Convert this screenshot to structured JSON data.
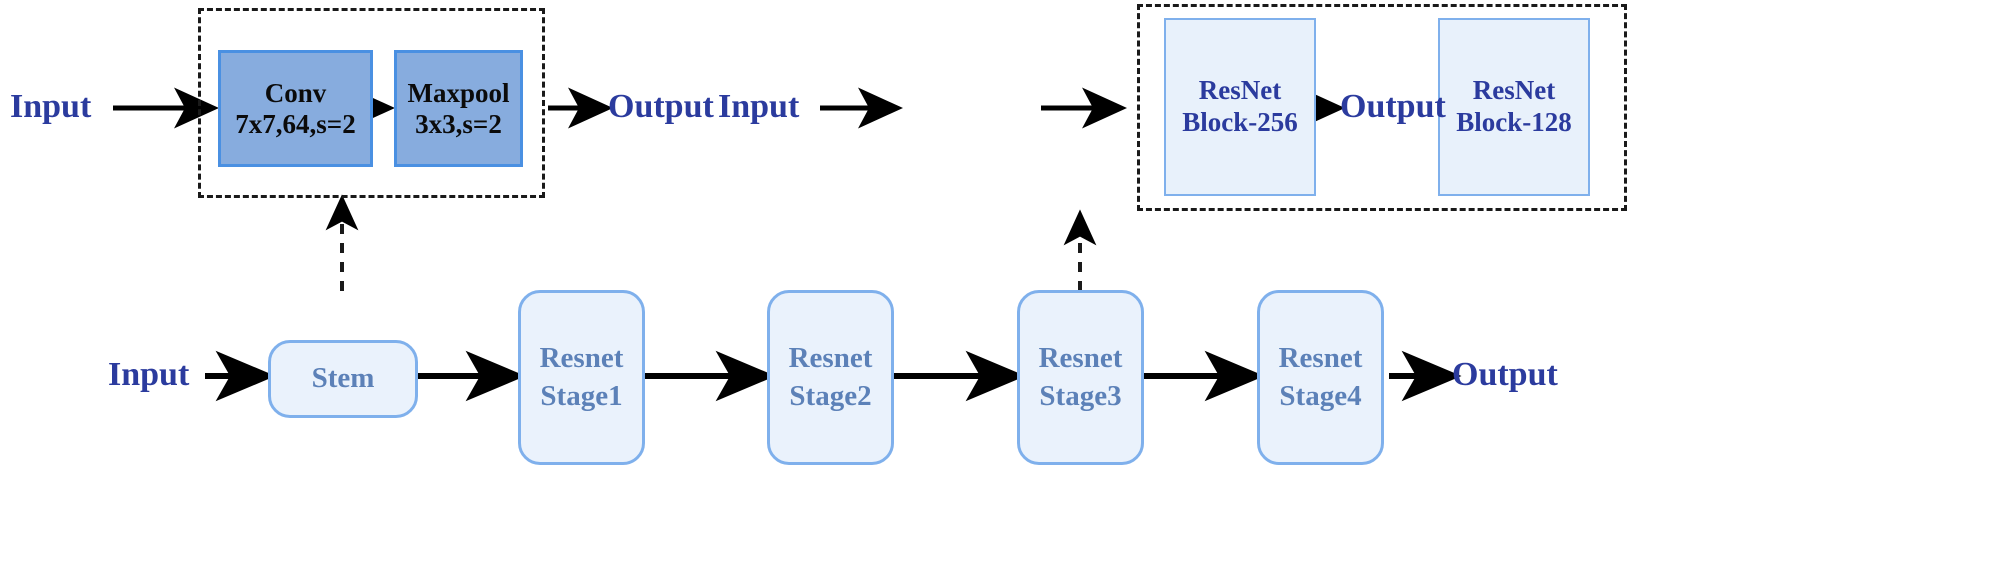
{
  "diagram": {
    "title": "ResNet backbone architecture with Stem and ResNet Block detail views",
    "colors": {
      "label_blue": "#2b3b9e",
      "solid_box_fill": "#87ACDE",
      "solid_box_border": "#4A90E2",
      "light_rect_fill": "#E8F1FB",
      "light_rect_border": "#7FB0EC",
      "stage_fill": "#EAF2FC",
      "stage_border": "#7FB0EC",
      "stage_text": "#5C81B8",
      "arrow": "#000000",
      "dashed": "#1a1a1a",
      "background": "#ffffff"
    }
  },
  "stem_detail": {
    "input_label": "Input",
    "output_label": "Output",
    "blocks": [
      {
        "line1": "Conv",
        "line2": "7x7,64,s=2"
      },
      {
        "line1": "Maxpool",
        "line2": "3x3,s=2"
      }
    ]
  },
  "resnet_stage_detail": {
    "input_label": "Input",
    "output_label": "Output",
    "blocks": [
      {
        "line1": "ResNet",
        "line2": "Block-256"
      },
      {
        "line1": "ResNet",
        "line2": "Block-128"
      }
    ]
  },
  "pipeline": {
    "input_label": "Input",
    "output_label": "Output",
    "stages": [
      {
        "line1": "Stem",
        "line2": ""
      },
      {
        "line1": "Resnet",
        "line2": "Stage1"
      },
      {
        "line1": "Resnet",
        "line2": "Stage2"
      },
      {
        "line1": "Resnet",
        "line2": "Stage3"
      },
      {
        "line1": "Resnet",
        "line2": "Stage4"
      }
    ]
  }
}
